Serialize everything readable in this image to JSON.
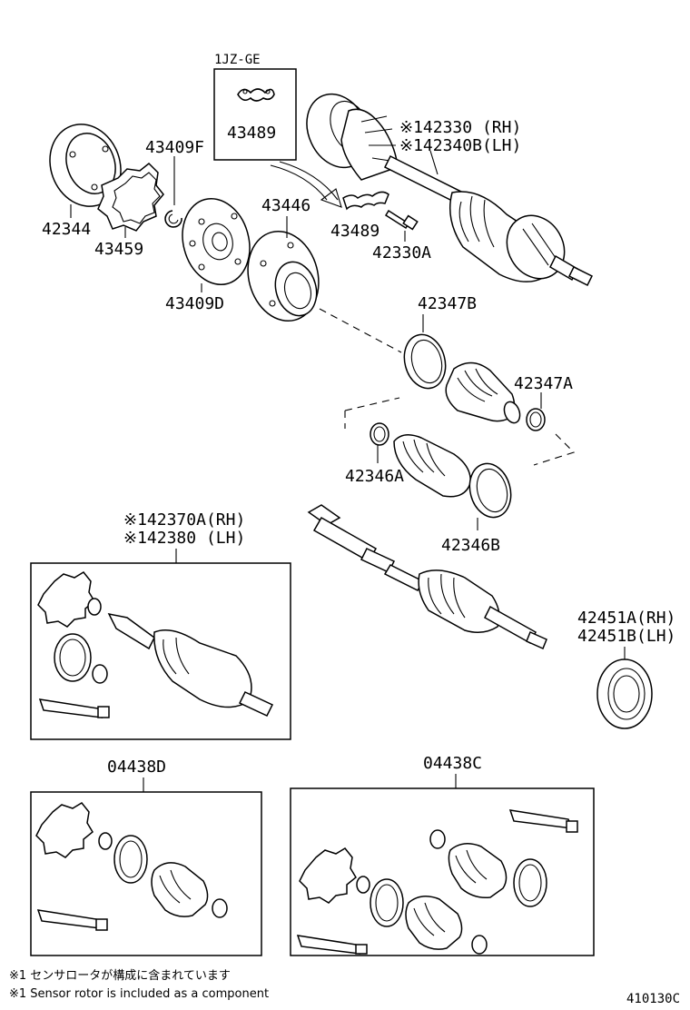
{
  "engine_label": "1JZ-GE",
  "parts": {
    "p42344": "42344",
    "p43459": "43459",
    "p43409F": "43409F",
    "p43409D": "43409D",
    "p43489_box": "43489",
    "p43489": "43489",
    "p43446": "43446",
    "p42330A": "42330A",
    "p42330_rh": "※142330 (RH)",
    "p42340B_lh": "※142340B(LH)",
    "p42347B": "42347B",
    "p42347A": "42347A",
    "p42346A": "42346A",
    "p42346B": "42346B",
    "p42370A_rh": "※142370A(RH)",
    "p42380_lh": "※142380 (LH)",
    "p42451A_rh": "42451A(RH)",
    "p42451B_lh": "42451B(LH)",
    "p04438D": "04438D",
    "p04438C": "04438C"
  },
  "notes": {
    "jp": "※1 センサロータが構成に含まれています",
    "en": "※1 Sensor rotor is included as a component"
  },
  "diagram_id": "410130C"
}
